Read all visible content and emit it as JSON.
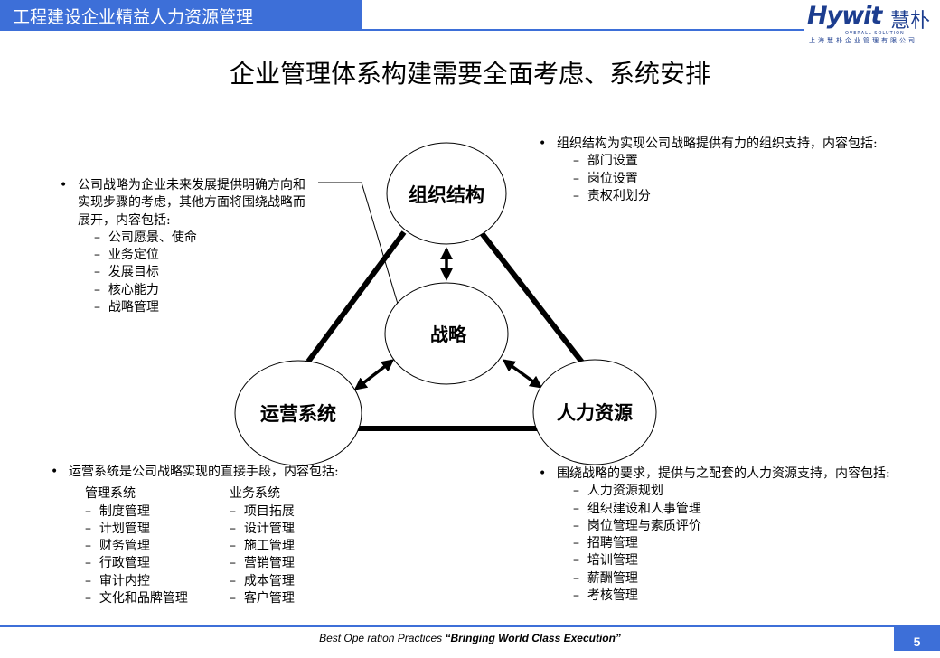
{
  "header": {
    "title": "工程建设企业精益人力资源管理",
    "logo_text": "Hywit",
    "logo_cn": "慧朴",
    "logo_tagline": "OVERALL SOLUTION",
    "logo_company": "上海慧朴企业管理有限公司"
  },
  "slide_title": "企业管理体系构建需要全面考虑、系统安排",
  "diagram": {
    "node_org": "组织结构",
    "node_strategy": "战略",
    "node_ops": "运营系统",
    "node_hr": "人力资源"
  },
  "strategy_block": {
    "intro": "公司战略为企业未来发展提供明确方向和实现步骤的考虑，其他方面将围绕战略而展开，内容包括:",
    "items": [
      "公司愿景、使命",
      "业务定位",
      "发展目标",
      "核心能力",
      "战略管理"
    ]
  },
  "org_block": {
    "intro": "组织结构为实现公司战略提供有力的组织支持，内容包括:",
    "items": [
      "部门设置",
      "岗位设置",
      "责权利划分"
    ]
  },
  "ops_block": {
    "intro": "运营系统是公司战略实现的直接手段，内容包括:",
    "col1_header": "管理系统",
    "col1_items": [
      "制度管理",
      "计划管理",
      "财务管理",
      "行政管理",
      "审计内控",
      "文化和品牌管理"
    ],
    "col2_header": "业务系统",
    "col2_items": [
      "项目拓展",
      "设计管理",
      "施工管理",
      "营销管理",
      "成本管理",
      "客户管理"
    ]
  },
  "hr_block": {
    "intro": "围绕战略的要求，提供与之配套的人力资源支持，内容包括:",
    "items": [
      "人力资源规划",
      "组织建设和人事管理",
      "岗位管理与素质评价",
      "招聘管理",
      "培训管理",
      "薪酬管理",
      "考核管理"
    ]
  },
  "footer": {
    "text_plain": "Best Ope ration Practices ",
    "text_bold": "“Bringing World Class Execution”",
    "page_number": "5"
  },
  "colors": {
    "accent": "#3d6fd8",
    "logo": "#1c3d8f"
  }
}
